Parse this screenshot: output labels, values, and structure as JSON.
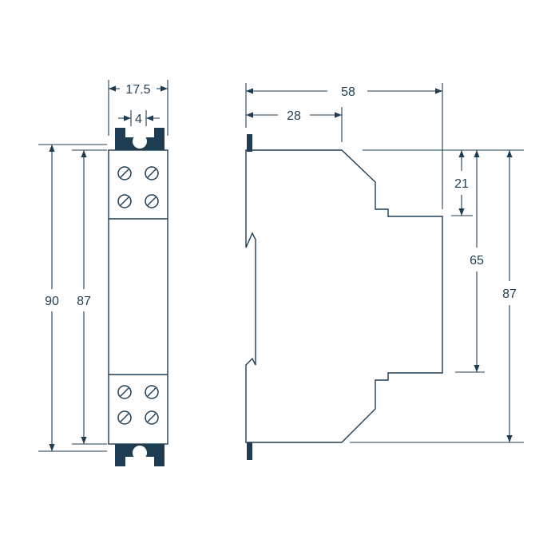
{
  "colors": {
    "line": "#1f3d52",
    "background": "#ffffff"
  },
  "front_view": {
    "width_label": "17.5",
    "rail_label": "4",
    "height_outer_label": "90",
    "height_inner_label": "87"
  },
  "side_view": {
    "depth_label": "58",
    "front_depth_label": "28",
    "step_label": "21",
    "middle_label": "65",
    "height_label": "87"
  }
}
